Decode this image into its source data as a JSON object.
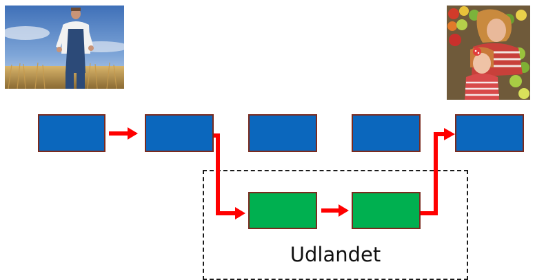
{
  "region": {
    "label": "Udlandet"
  },
  "nodes": [
    {
      "id": "chain-1",
      "color": "#0b67bd",
      "row": "home"
    },
    {
      "id": "chain-2",
      "color": "#0b67bd",
      "row": "home"
    },
    {
      "id": "chain-3",
      "color": "#0b67bd",
      "row": "home"
    },
    {
      "id": "chain-4",
      "color": "#0b67bd",
      "row": "home"
    },
    {
      "id": "chain-5",
      "color": "#0b67bd",
      "row": "home"
    },
    {
      "id": "abroad-1",
      "color": "#00b050",
      "row": "abroad"
    },
    {
      "id": "abroad-2",
      "color": "#00b050",
      "row": "abroad"
    }
  ],
  "colors": {
    "arrow": "#ff0000",
    "home_box": "#0b67bd",
    "abroad_box": "#00b050",
    "box_border": "#7a2a1e"
  },
  "images": {
    "left": "farmer-in-wheat-field-photo",
    "right": "mother-and-daughter-at-produce-market-photo"
  }
}
